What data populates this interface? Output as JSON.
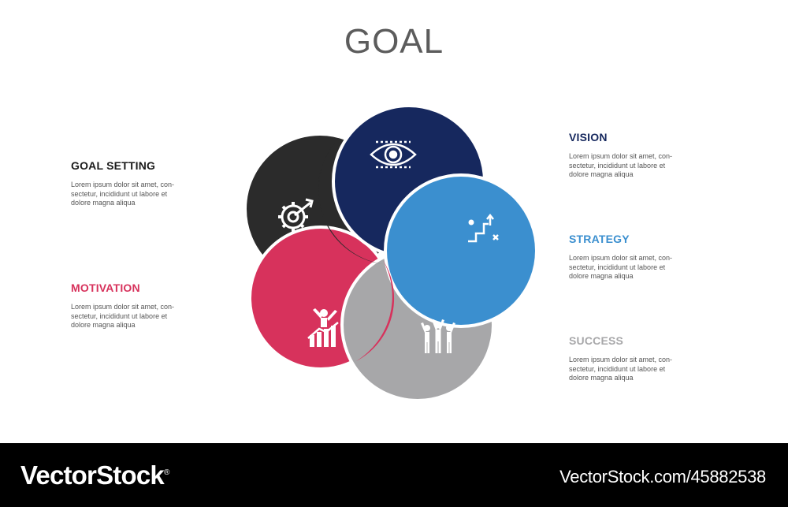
{
  "title": "GOAL",
  "items": [
    {
      "key": "goal_setting",
      "label": "GOAL SETTING",
      "color": "#2b2b2b",
      "text": "Lorem ipsum dolor sit amet, con-\nsectetur, incididunt ut labore et\ndolore magna aliqua",
      "icon": "target-gear-icon"
    },
    {
      "key": "motivation",
      "label": "MOTIVATION",
      "color": "#d7325c",
      "text": "Lorem ipsum dolor sit amet, con-\nsectetur, incididunt ut labore et\ndolore magna aliqua",
      "icon": "growth-person-icon"
    },
    {
      "key": "vision",
      "label": "VISION",
      "color": "#16285e",
      "text": "Lorem ipsum dolor sit amet, con-\nsectetur, incididunt ut labore et\ndolore magna aliqua",
      "icon": "eye-icon"
    },
    {
      "key": "strategy",
      "label": "STRATEGY",
      "color": "#3b8fcf",
      "text": "Lorem ipsum dolor sit amet, con-\nsectetur, incididunt ut labore et\ndolore magna aliqua",
      "icon": "strategy-steps-icon"
    },
    {
      "key": "success",
      "label": "SUCCESS",
      "color": "#a7a7a9",
      "text": "Lorem ipsum dolor sit amet, con-\nsectetur, incididunt ut labore et\ndolore magna aliqua",
      "icon": "team-celebration-icon"
    }
  ],
  "footer": {
    "brand": "VectorStock",
    "reg_mark": "®",
    "url": "VectorStock.com/45882538"
  }
}
